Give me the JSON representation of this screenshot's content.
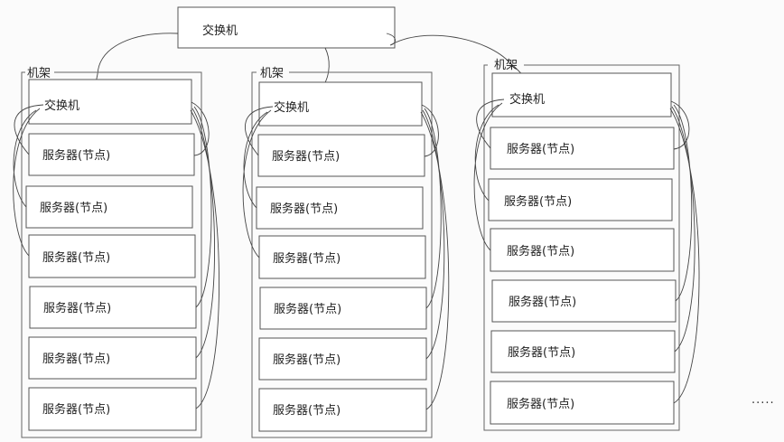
{
  "core_switch": {
    "label": "交换机"
  },
  "racks": [
    {
      "label": "机架",
      "switch_label": "交换机",
      "servers": [
        "服务器(节点)",
        "服务器(节点)",
        "服务器(节点)",
        "服务器(节点)",
        "服务器(节点)",
        "服务器(节点)"
      ]
    },
    {
      "label": "机架",
      "switch_label": "交换机",
      "servers": [
        "服务器(节点)",
        "服务器(节点)",
        "服务器(节点)",
        "服务器(节点)",
        "服务器(节点)",
        "服务器(节点)"
      ]
    },
    {
      "label": "机架",
      "switch_label": "交换机",
      "servers": [
        "服务器(节点)",
        "服务器(节点)",
        "服务器(节点)",
        "服务器(节点)",
        "服务器(节点)",
        "服务器(节点)"
      ]
    }
  ],
  "ellipsis": "....."
}
